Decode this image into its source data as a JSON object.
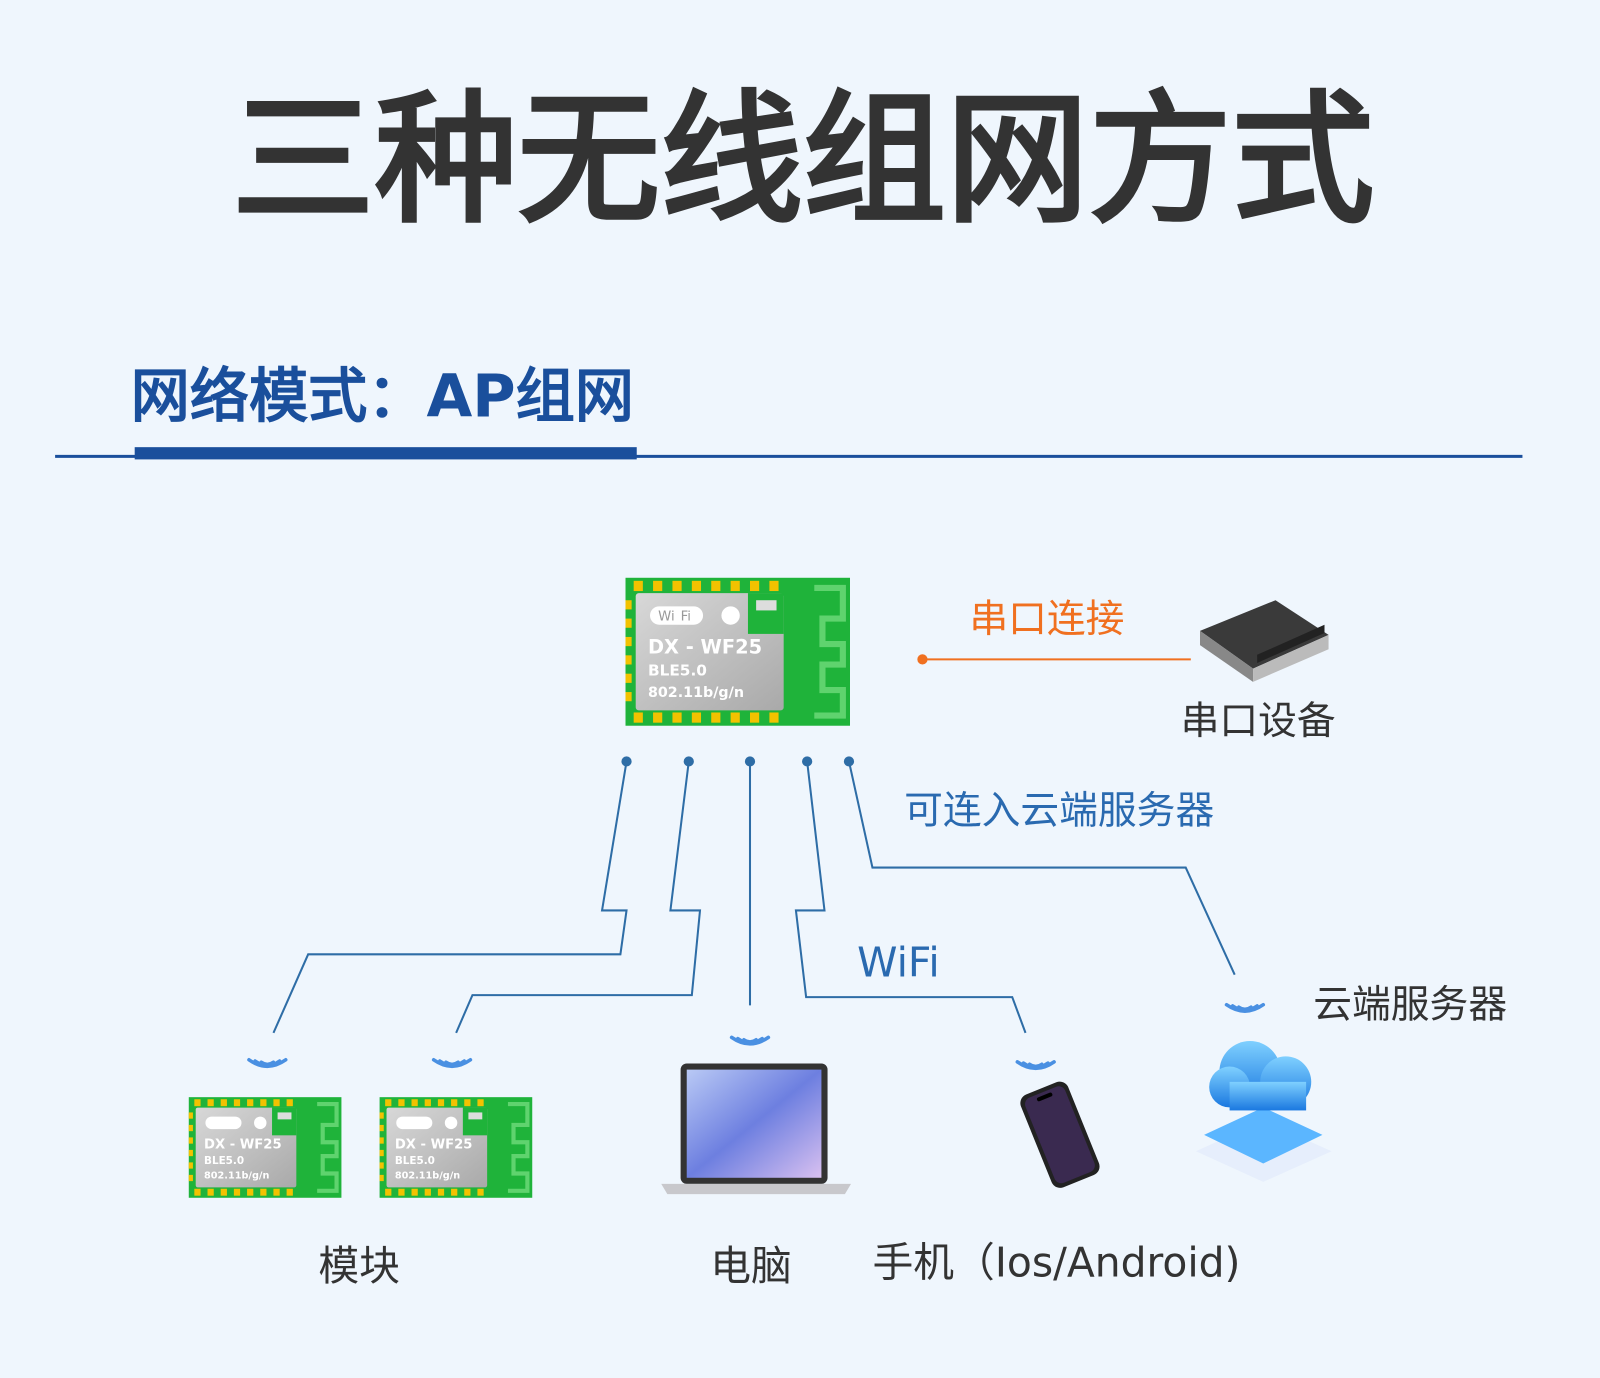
{
  "title": "三种无线组网方式",
  "section": {
    "title": "网络模式：AP组网"
  },
  "module": {
    "wifi_badge_a": "Wi",
    "wifi_badge_b": "Fi",
    "model": "DX - WF25",
    "ble": "BLE5.0",
    "protocol": "802.11b/g/n"
  },
  "labels": {
    "serial_connection": "串口连接",
    "serial_device": "串口设备",
    "cloud_access": "可连入云端服务器",
    "wifi": "WiFi",
    "cloud_server": "云端服务器",
    "module": "模块",
    "computer": "电脑",
    "phone": "手机（Ios/Android)"
  },
  "colors": {
    "background": "#eff6fd",
    "title": "#333333",
    "section_blue": "#1a4f9c",
    "line_blue": "#2e6da6",
    "orange": "#f07020",
    "pcb_green": "#1fb33a",
    "signal_blue": "#4a90e2"
  }
}
